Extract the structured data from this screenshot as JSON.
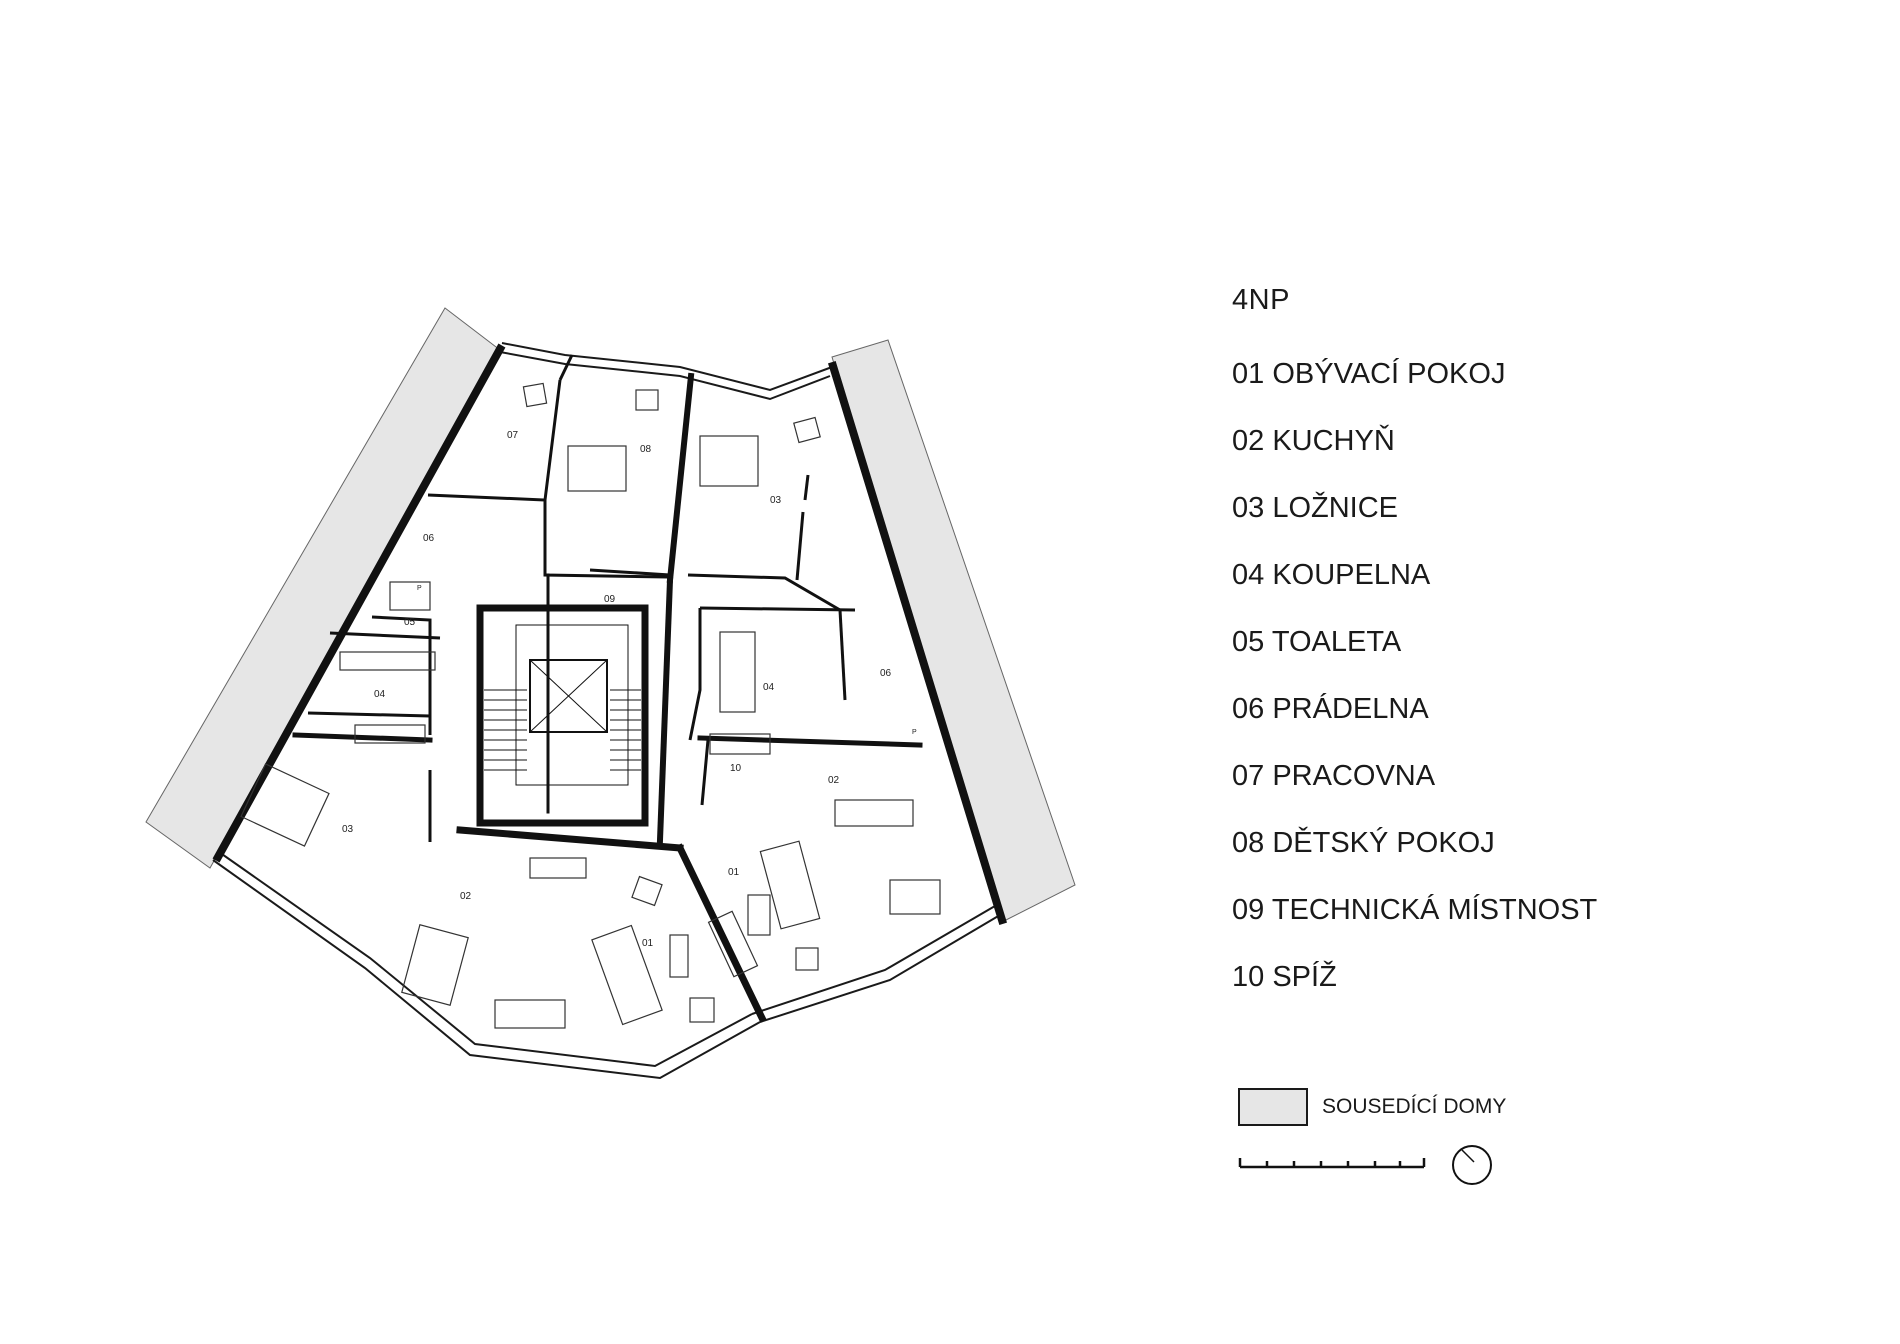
{
  "legend": {
    "floor": "4NP",
    "rooms": [
      {
        "code": "01",
        "name": "OBÝVACÍ POKOJ"
      },
      {
        "code": "02",
        "name": "KUCHYŇ"
      },
      {
        "code": "03",
        "name": "LOŽNICE"
      },
      {
        "code": "04",
        "name": "KOUPELNA"
      },
      {
        "code": "05",
        "name": "TOALETA"
      },
      {
        "code": "06",
        "name": "PRÁDELNA"
      },
      {
        "code": "07",
        "name": "PRACOVNA"
      },
      {
        "code": "08",
        "name": "DĚTSKÝ POKOJ"
      },
      {
        "code": "09",
        "name": "TECHNICKÁ MÍSTNOST"
      },
      {
        "code": "10",
        "name": "SPÍŽ"
      }
    ],
    "neighbors_label": "SOUSEDÍCÍ DOMY",
    "neighbors_fill": "#e6e6e6"
  },
  "plan": {
    "room_tags": {
      "left_workroom": "07",
      "left_childroom": "08",
      "right_bedroom": "03",
      "left_laundry": "06",
      "technical": "09",
      "left_toilet": "05",
      "left_bath": "04",
      "right_bath": "04",
      "right_laundry": "06",
      "pantry": "10",
      "right_kitchen": "02",
      "left_bedroom": "03",
      "left_kitchen": "02",
      "left_living": "01",
      "right_living": "01",
      "toilet_p_left": "P",
      "toilet_p_right": "P"
    }
  },
  "icons": [
    "north-arrow-icon",
    "scale-bar-icon"
  ]
}
